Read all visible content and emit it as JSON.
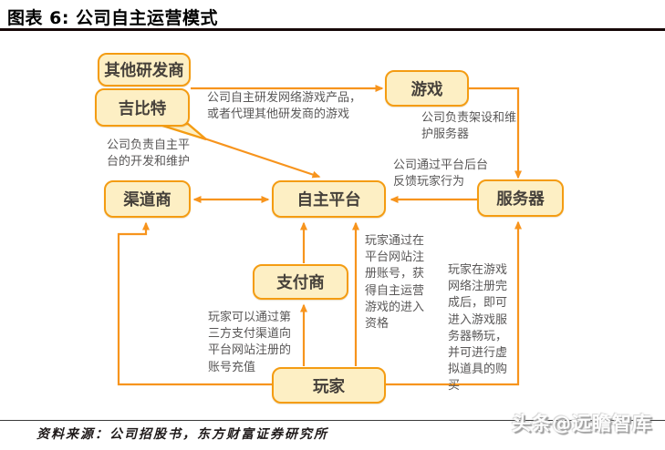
{
  "header": {
    "title": "图表 6: 公司自主运营模式"
  },
  "nodes": {
    "other_developers": "其他研发商",
    "gigabit": "吉比特",
    "game": "游戏",
    "channel_vendor": "渠道商",
    "own_platform": "自主平台",
    "server": "服务器",
    "payment_provider": "支付商",
    "player": "玩家"
  },
  "annotations": {
    "develop": "公司自主研发网络游戏产品，\n或者代理其他研发商的游戏",
    "server_maintain": "公司负责架设和维\n护服务器",
    "platform_maintain": "公司负责自主平\n台的开发和维护",
    "feedback": "公司通过平台后台\n反馈玩家行为",
    "register": "玩家通过在\n平台网站注\n册账号，获\n得自主运营\n游戏的进入\n资格",
    "recharge": "玩家可以通过第\n三方支付渠道向\n平台网站注册的\n账号充值",
    "play": "玩家在游戏\n网络注册完\n成后，即可\n进入游戏服\n务器畅玩，\n并可进行虚\n拟道具的购\n买"
  },
  "footer": {
    "source": "资料来源：公司招股书，东方财富证券研究所"
  },
  "watermark": "头条@远瞻智库",
  "colors": {
    "box_fill": "#FDEFC4",
    "box_border": "#F49C12",
    "arrow": "#F7941D",
    "annotation_text": "#595757",
    "node_text": "#45403A",
    "title_rule": "#160808",
    "footer_text": "#1F1A1A"
  }
}
